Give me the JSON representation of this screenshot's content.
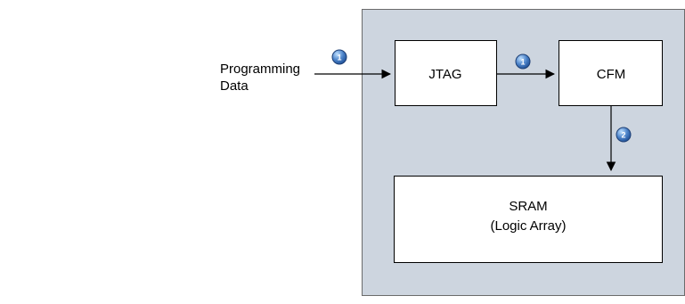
{
  "input": {
    "line1": "Programming",
    "line2": "Data"
  },
  "blocks": {
    "jtag": "JTAG",
    "cfm": "CFM",
    "sram_line1": "SRAM",
    "sram_line2": "(Logic Array)"
  },
  "steps": {
    "input_to_jtag": "1",
    "jtag_to_cfm": "1",
    "cfm_to_sram": "2"
  },
  "colors": {
    "device_fill": "#cdd5df",
    "block_fill": "#ffffff",
    "stroke": "#000000",
    "badge_fill": "#3f6fb6"
  }
}
